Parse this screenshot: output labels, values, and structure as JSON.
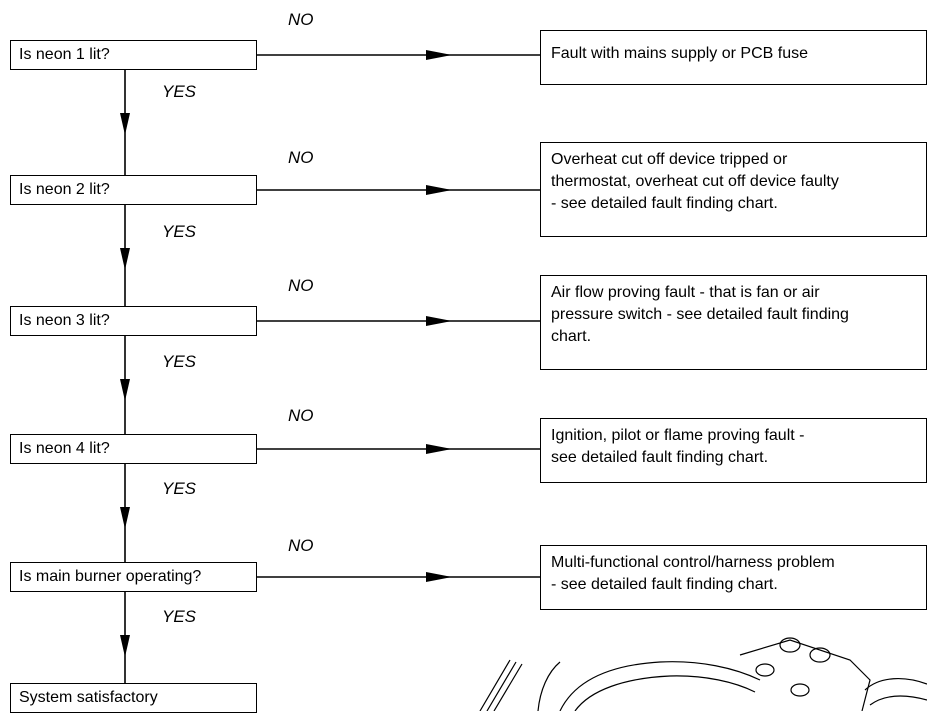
{
  "flow": {
    "questions": [
      "Is neon 1 lit?",
      "Is neon 2 lit?",
      "Is neon 3 lit?",
      "Is neon 4 lit?",
      "Is main burner operating?"
    ],
    "results": [
      [
        "Fault with mains supply or PCB fuse"
      ],
      [
        "Overheat  cut off device tripped or",
        "thermostat, overheat cut off device faulty",
        "- see detailed fault finding chart."
      ],
      [
        "Air flow proving fault - that is fan or air",
        "pressure switch - see detailed fault finding",
        "chart."
      ],
      [
        "Ignition, pilot or flame proving fault -",
        "see detailed fault finding chart."
      ],
      [
        "Multi-functional control/harness problem",
        "- see detailed fault finding chart."
      ]
    ],
    "end": "System satisfactory",
    "no_label": "NO",
    "yes_label": "YES"
  },
  "colors": {
    "line": "#000000",
    "background": "#ffffff"
  }
}
